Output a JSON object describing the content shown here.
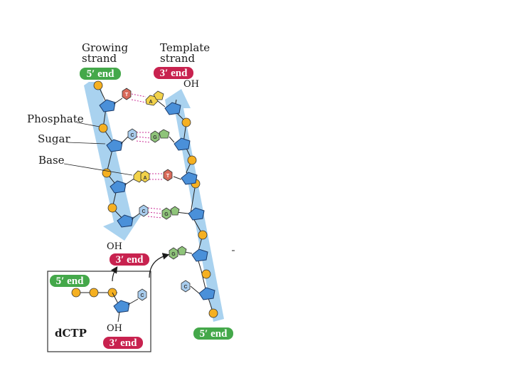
{
  "labels": {
    "growing_strand": "Growing\nstrand",
    "template_strand": "Template\nstrand",
    "phosphate": "Phosphate",
    "sugar": "Sugar",
    "base": "Base",
    "oh": "OH",
    "dctp": "dCTP"
  },
  "badges": {
    "five_end": "5′ end",
    "three_end": "3′ end"
  },
  "colors": {
    "strand_arrow": "#a9d2ef",
    "sugar": "#4a90d9",
    "phosphate": "#f5b021",
    "badge_green": "#44a84a",
    "badge_red": "#c8224f",
    "base_T": "#d96a5a",
    "base_A": "#f2d24a",
    "base_C": "#a9cdee",
    "base_G": "#8fc47a",
    "hbond": "#cc3399"
  },
  "bases": {
    "pairs": [
      {
        "growing": "T",
        "template": "A"
      },
      {
        "growing": "C",
        "template": "G"
      },
      {
        "growing": "A",
        "template": "T"
      },
      {
        "growing": "C",
        "template": "G"
      }
    ],
    "incoming_template": "G",
    "free_template": "C",
    "dctp_base": "C"
  }
}
